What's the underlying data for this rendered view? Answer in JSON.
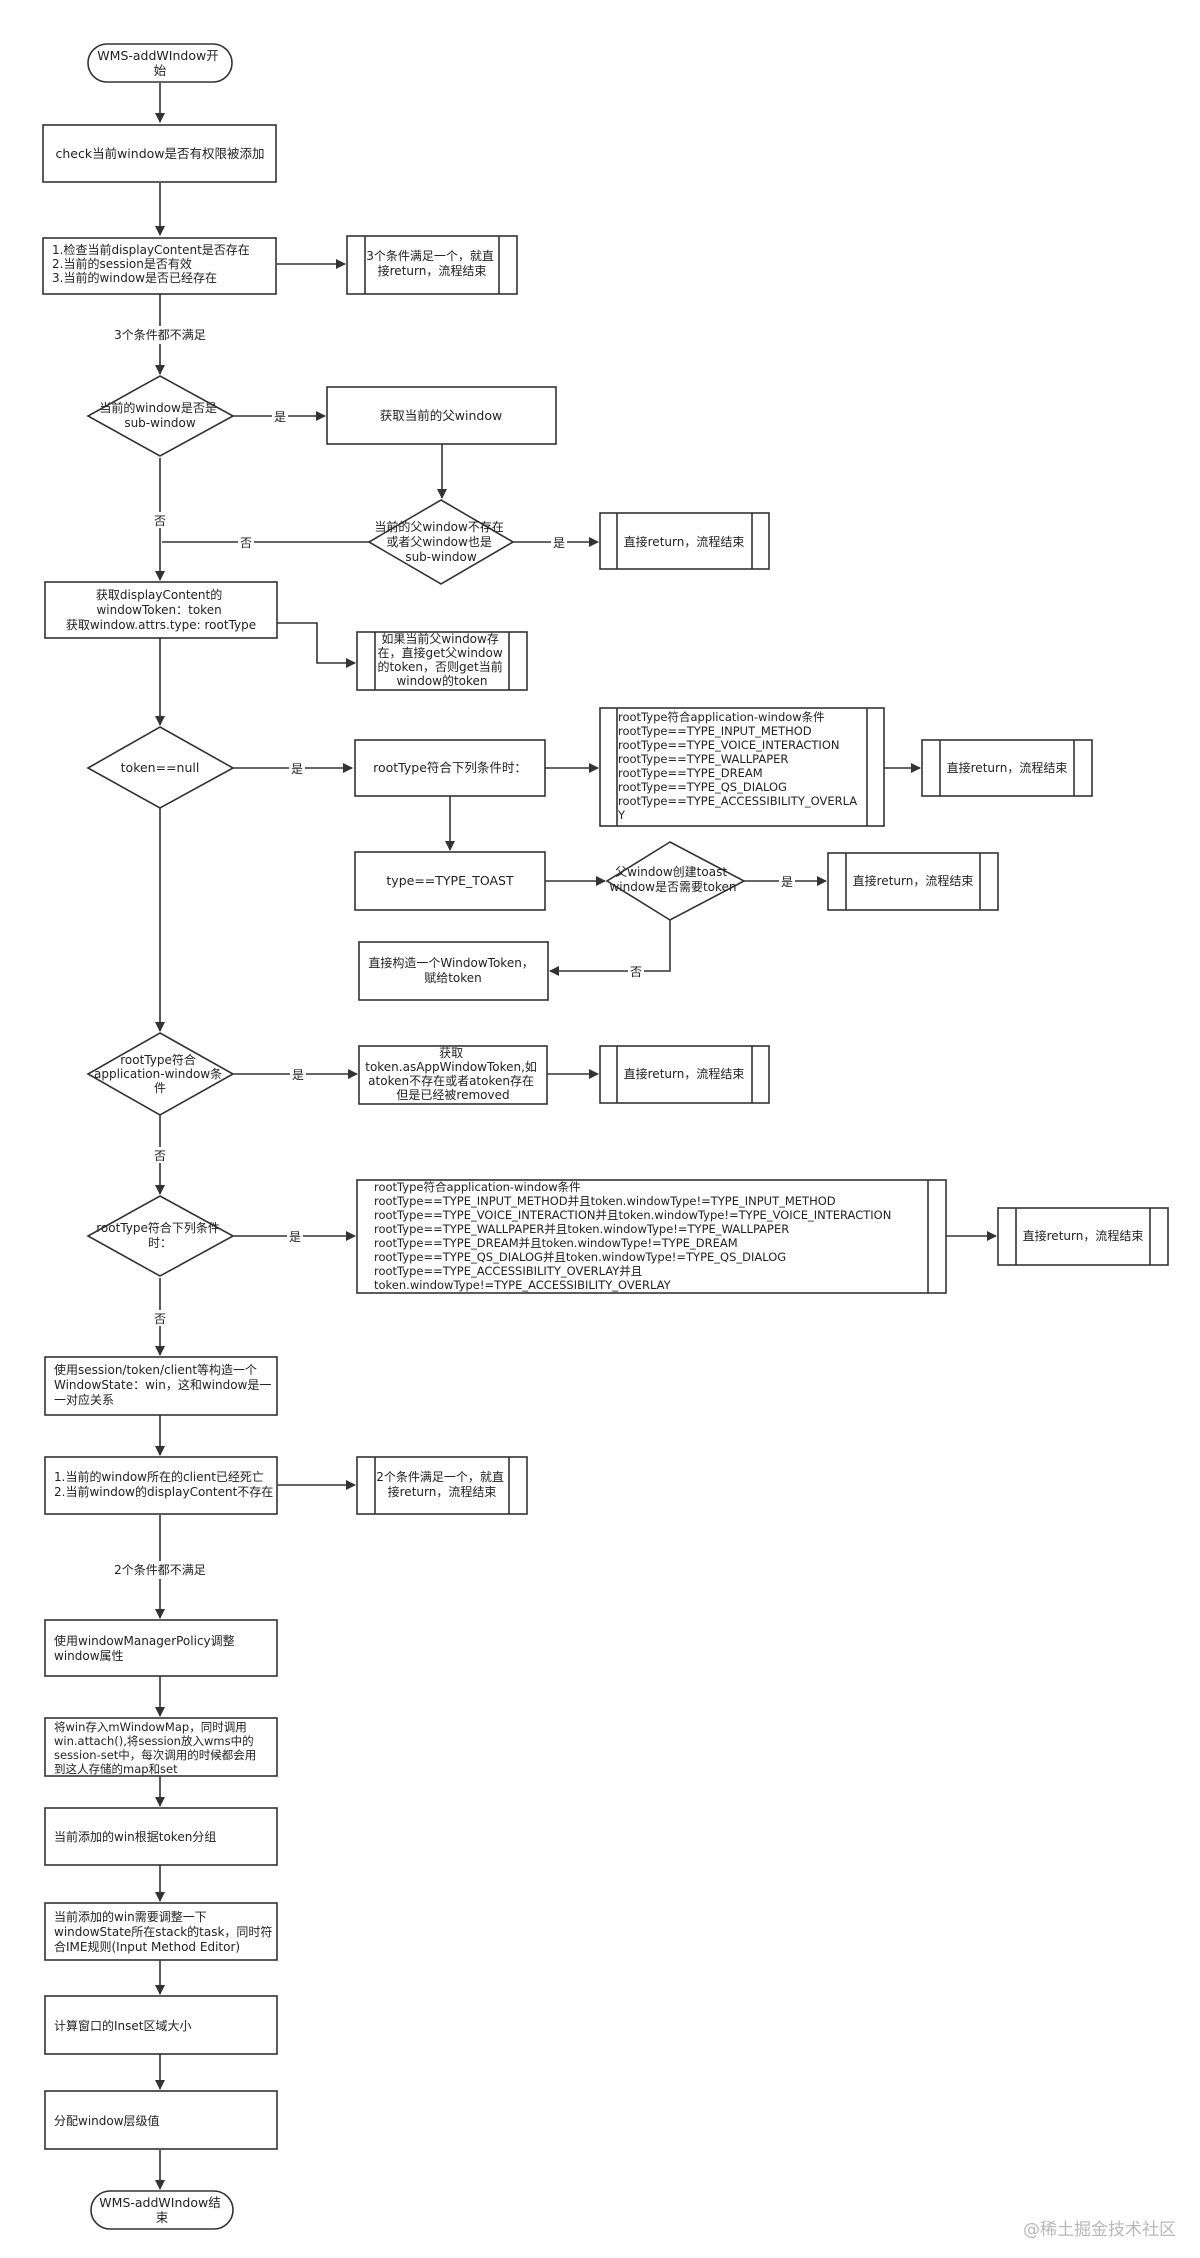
{
  "nodes": {
    "start": [
      "WMS-addWIndow开",
      "始"
    ],
    "check_permission": [
      "check当前window是否有权限被添加"
    ],
    "check_three": [
      "1.检查当前displayContent是否存在",
      "2.当前的session是否有效",
      "3.当前的window是否已经存在"
    ],
    "return_three": [
      "3个条件满足一个，就直",
      "接return，流程结束"
    ],
    "is_sub_window": [
      "当前的window是否是",
      "sub-window"
    ],
    "get_parent": [
      "获取当前的父window"
    ],
    "parent_invalid": [
      "当前的父window不存在",
      "或者父window也是",
      "sub-window"
    ],
    "return_parent": [
      "直接return，流程结束"
    ],
    "get_token": [
      "获取displayContent的",
      "windowToken：token",
      "获取window.attrs.type: rootType"
    ],
    "parent_token_note": [
      "如果当前父window存",
      "在，直接get父window",
      "的token，否则get当前",
      "window的token"
    ],
    "token_null": [
      "token==null"
    ],
    "root_type_check": [
      "rootType符合下列条件时："
    ],
    "app_window_conditions": [
      "rootType符合application-window条件",
      "rootType==TYPE_INPUT_METHOD",
      "rootType==TYPE_VOICE_INTERACTION",
      "rootType==TYPE_WALLPAPER",
      "rootType==TYPE_DREAM",
      "rootType==TYPE_QS_DIALOG",
      "rootType==TYPE_ACCESSIBILITY_OVERLA",
      "Y"
    ],
    "return_conditions": [
      "直接return，流程结束"
    ],
    "type_toast": [
      "type==TYPE_TOAST"
    ],
    "toast_needs_token": [
      "父window创建toast",
      "window是否需要token"
    ],
    "return_toast": [
      "直接return，流程结束"
    ],
    "construct_token": [
      "直接构造一个WindowToken，",
      "赋给token"
    ],
    "root_app_window": [
      "rootType符合",
      "application-window条",
      "件"
    ],
    "app_window_token": [
      "获取",
      "token.asAppWindowToken,如",
      "atoken不存在或者atoken存在",
      "但是已经被removed"
    ],
    "return_app": [
      "直接return，流程结束"
    ],
    "root_type_conditions2": [
      "rootType符合下列条件",
      "时："
    ],
    "token_type_conditions": [
      "rootType符合application-window条件",
      "rootType==TYPE_INPUT_METHOD并且token.windowType!=TYPE_INPUT_METHOD",
      "rootType==TYPE_VOICE_INTERACTION并且token.windowType!=TYPE_VOICE_INTERACTION",
      "rootType==TYPE_WALLPAPER并且token.windowType!=TYPE_WALLPAPER",
      "rootType==TYPE_DREAM并且token.windowType!=TYPE_DREAM",
      "rootType==TYPE_QS_DIALOG并且token.windowType!=TYPE_QS_DIALOG",
      "rootType==TYPE_ACCESSIBILITY_OVERLAY并且",
      "token.windowType!=TYPE_ACCESSIBILITY_OVERLAY"
    ],
    "return_token_type": [
      "直接return，流程结束"
    ],
    "create_window_state": [
      "使用session/token/client等构造一个",
      "WindowState：win，这和window是一",
      "一对应关系"
    ],
    "check_two": [
      "1.当前的window所在的client已经死亡",
      "2.当前window的displayContent不存在"
    ],
    "return_two": [
      "2个条件满足一个，就直",
      "接return，流程结束"
    ],
    "adjust_policy": [
      "使用windowManagerPolicy调整",
      "window属性"
    ],
    "store_win": [
      "将win存入mWindowMap，同时调用",
      "win.attach(),将session放入wms中的",
      "session-set中，每次调用的时候都会用",
      "到这人存储的map和set"
    ],
    "token_group": [
      "当前添加的win根据token分组"
    ],
    "adjust_stack": [
      "当前添加的win需要调整一下",
      "windowState所在stack的task，同时符",
      "合IME规则(Input Method Editor)"
    ],
    "compute_inset": [
      "计算窗口的Inset区域大小"
    ],
    "assign_layer": [
      "分配window层级值"
    ],
    "end": [
      "WMS-addWIndow结",
      "束"
    ]
  },
  "edge_labels": {
    "three_not_met": "3个条件都不满足",
    "yes_sub_window": "是",
    "no_sub_window": "否",
    "no_parent": "否",
    "yes_parent": "是",
    "yes_token_null": "是",
    "no_toast": "否",
    "yes_toast": "是",
    "yes_app_window": "是",
    "no_app_window": "否",
    "yes_root_type": "是",
    "no_root_type": "否",
    "two_not_met": "2个条件都不满足"
  },
  "watermark": "@稀土掘金技术社区",
  "colors": {
    "stroke": "#333333",
    "fill": "#ffffff",
    "watermark": "#b8b8b8"
  }
}
